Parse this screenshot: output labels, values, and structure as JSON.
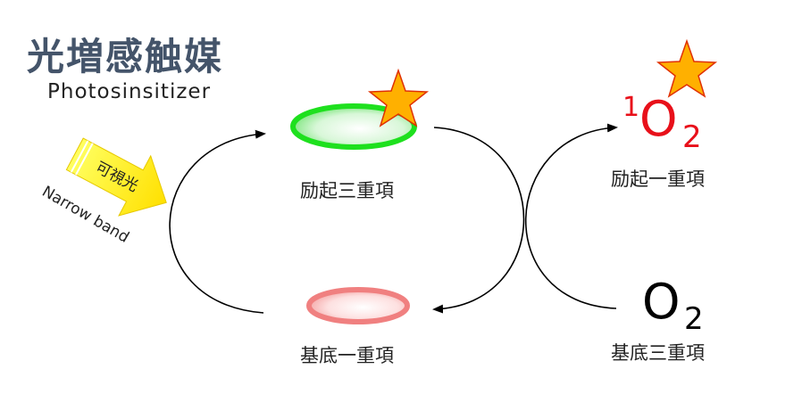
{
  "title": "光増感触媒",
  "subtitle": "Photosinsitizer",
  "light": {
    "label": "可視光",
    "band_label": "Narrow band"
  },
  "states": {
    "sensitizer_excited": "励起三重項",
    "sensitizer_ground": "基底一重項",
    "oxygen_excited": "励起一重項",
    "oxygen_ground": "基底三重項"
  },
  "oxygen": {
    "excited_superscript": "1",
    "symbol": "O",
    "subscript": "2"
  },
  "colors": {
    "title": "#44546a",
    "excited_ellipse": "#1ee01e",
    "ground_ellipse": "#f08080",
    "singlet_oxygen": "#e8101a",
    "star_fill": "#ffb000",
    "star_stroke": "#e03000",
    "arrow_fill": "#ffff00"
  }
}
